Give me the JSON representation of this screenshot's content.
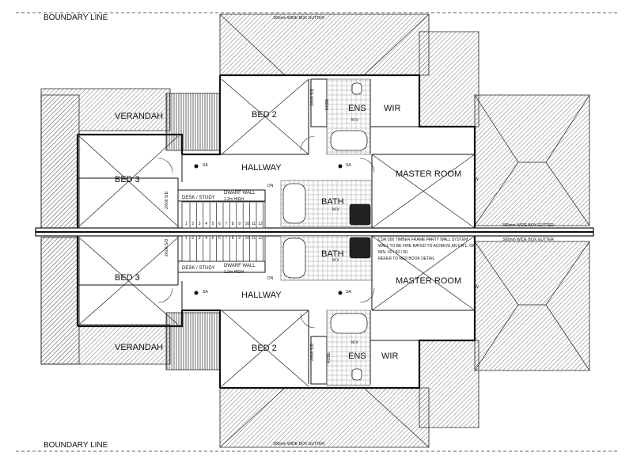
{
  "boundary": {
    "top": "BOUNDARY LINE",
    "bottom": "BOUNDARY LINE"
  },
  "gutters": {
    "top": "300mm WIDE BOX GUTTER",
    "bottom": "300mm WIDE BOX GUTTER",
    "mid_upper": "300mm WIDE BOX GUTTER",
    "mid_lower": "300mm WIDE BOX GUTTER"
  },
  "upper": {
    "veranda": "VERANDAH",
    "bed2": "BED 2",
    "robe": "ROBE",
    "ens": "ENS",
    "wir": "WIR",
    "bed3": "BED 3",
    "hallway": "HALLWAY",
    "master": "MASTER ROOM",
    "bath": "BATH",
    "desk": "DESK / STUDY",
    "dwarf": "DWARF WALL",
    "dwarf_h": "1.2m HIGH",
    "sa1": "SA",
    "sa2": "SA",
    "mv1": "M.V",
    "mv2": "M.V",
    "dim_robe": "2/600 S/D",
    "dim_bed3": "2/600 S/D",
    "dn": "DN",
    "w": "W"
  },
  "lower": {
    "veranda": "VERANDAH",
    "bed2": "BED 2",
    "robe": "ROBE",
    "ens": "ENS",
    "wir": "WIR",
    "bed3": "BED 3",
    "hallway": "HALLWAY",
    "master": "MASTER ROOM",
    "bath": "BATH",
    "desk": "DESK / STUDY",
    "dwarf": "DWARF WALL",
    "dwarf_h": "1.2m HIGH",
    "sa1": "SA",
    "sa2": "SA",
    "mv1": "M.V",
    "mv2": "M.V",
    "dim_robe": "2/600 S/D",
    "dim_bed3": "2/600 S/D",
    "dn": "DN",
    "w": "W"
  },
  "party_wall_note": [
    "CSR 500 TIMBER FRAME PARTY WALL SYSTEM",
    "WALL TO BE FIRE RATED TO ACHIEVE AN F.R.L. OF",
    "MIN. 60 / 60 / 60.",
    "REFER TO RED BOOK DETAIL"
  ],
  "stair_numbers": [
    "1",
    "2",
    "3",
    "4",
    "5",
    "6",
    "7",
    "8",
    "9",
    "10",
    "11",
    "12"
  ]
}
